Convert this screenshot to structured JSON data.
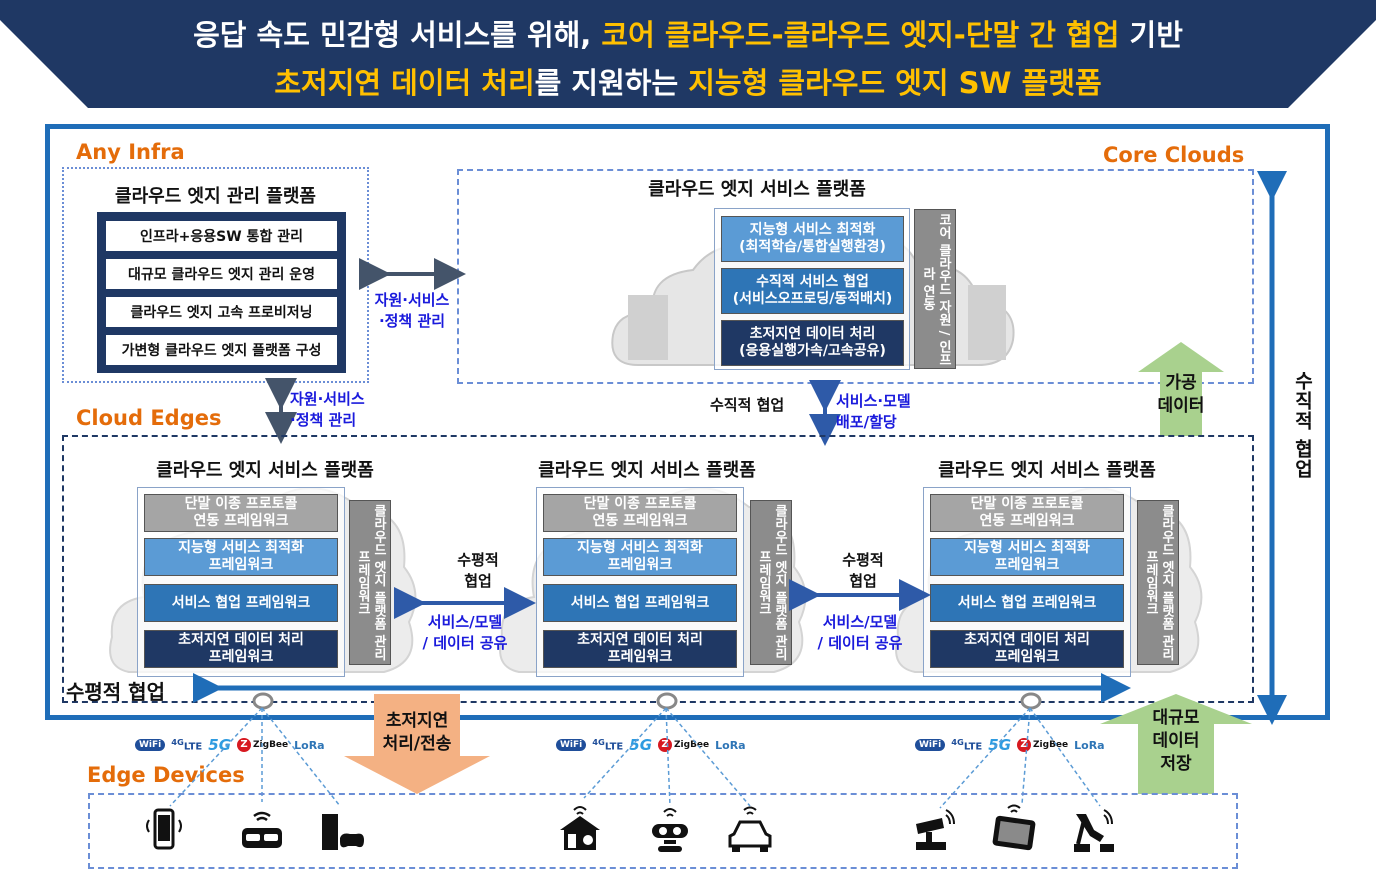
{
  "banner": {
    "line1_a": "응답 속도 민감형 서비스를 위해, ",
    "line1_b": "코어 클라우드-클라우드 엣지-단말 간 협업",
    "line1_c": " 기반",
    "line2_a": "초저지연 데이터 처리",
    "line2_b": "를 지원하는 ",
    "line2_c": "지능형 클라우드 엣지 SW 플랫폼"
  },
  "sections": {
    "any_infra": "Any Infra",
    "core_clouds": "Core Clouds",
    "cloud_edges": "Cloud Edges",
    "edge_devices": "Edge Devices"
  },
  "management": {
    "title": "클라우드 엣지 관리 플랫폼",
    "items": [
      "인프라+응용SW 통합 관리",
      "대규모 클라우드 엣지 관리 운영",
      "클라우드 엣지 고속 프로비저닝",
      "가변형 클라우드 엣지 플랫폼 구성"
    ]
  },
  "core_platform": {
    "title": "클라우드 엣지 서비스 플랫폼",
    "blocks": [
      {
        "l1": "지능형 서비스 최적화",
        "l2": "(최적학습/통합실행환경)"
      },
      {
        "l1": "수직적 서비스 협업",
        "l2": "(서비스오프로딩/동적배치)"
      },
      {
        "l1": "초저지연 데이터 처리",
        "l2": "(응용실행가속/고속공유)"
      }
    ],
    "side": "코어 클라우드 자원 / 인프라 연동"
  },
  "edge_platform": {
    "title": "클라우드 엣지 서비스 플랫폼",
    "blocks": [
      {
        "l1": "단말 이종 프로토콜",
        "l2": "연동 프레임워크"
      },
      {
        "l1": "지능형 서비스 최적화",
        "l2": "프레임워크"
      },
      {
        "l1": "서비스 협업 프레임워크",
        "l2": ""
      },
      {
        "l1": "초저지연 데이터 처리",
        "l2": "프레임워크"
      }
    ],
    "side": "클라우드 엣지 플랫폼 관리 프레임워크"
  },
  "connectors": {
    "mgmt_core_l1": "자원·서비스",
    "mgmt_core_l2": "·정책 관리",
    "mgmt_edge_l1": "자원·서비스",
    "mgmt_edge_l2": "·정책 관리",
    "vertical_collab": "수직적 협업",
    "deploy_l1": "서비스·모델",
    "deploy_l2": "배포/할당",
    "horiz_l1": "수평적",
    "horiz_l2": "협업",
    "share_l1": "서비스/모델",
    "share_l2": "/ 데이터 공유"
  },
  "fat_arrows": {
    "processed_l1": "가공",
    "processed_l2": "데이터",
    "bulk_l1": "대규모",
    "bulk_l2": "데이터",
    "bulk_l3": "저장",
    "ultra_l1": "초저지연",
    "ultra_l2": "처리/전송"
  },
  "axis_labels": {
    "vertical": "수직적 협업",
    "horizontal": "수평적 협업"
  },
  "protocols": {
    "wifi": "WiFi",
    "lte_prefix": "4G",
    "lte": "LTE",
    "g5": "5G",
    "zigbee": "ZigBee",
    "lora": "LoRa"
  },
  "devices": [
    "smartphone-icon",
    "vr-headset-icon",
    "game-console-icon",
    "smart-home-icon",
    "robot-icon",
    "connected-car-icon",
    "cctv-icon",
    "tablet-icon",
    "robot-arm-icon"
  ],
  "colors": {
    "banner": "#1f3864",
    "highlight": "#ffc000",
    "frame": "#1f6db8",
    "orange": "#e46c0a",
    "green_arrow": "#a9d18e",
    "orange_arrow": "#f4b183"
  }
}
